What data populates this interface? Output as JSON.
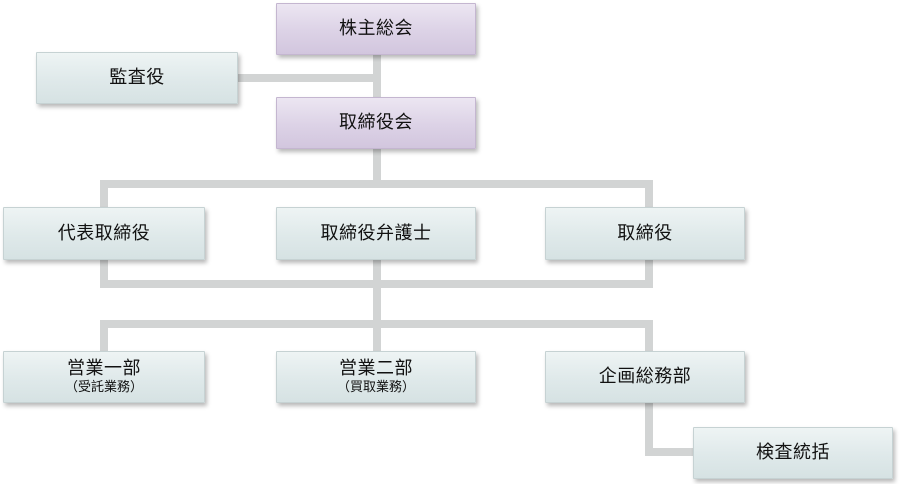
{
  "org_chart": {
    "shareholders_meeting": "株主総会",
    "auditor": "監査役",
    "board_of_directors": "取締役会",
    "representative_director": "代表取締役",
    "director_attorney": "取締役弁護士",
    "director": "取締役",
    "sales_dept_1": {
      "label": "営業一部",
      "sub": "（受託業務）"
    },
    "sales_dept_2": {
      "label": "営業二部",
      "sub": "（買取業務）"
    },
    "planning_general_affairs": "企画総務部",
    "inspection_supervision": "検査統括"
  },
  "colors": {
    "connector": "#d2d4d4",
    "executive_box": "#dcd2e6",
    "unit_box": "#dfe9ea"
  }
}
